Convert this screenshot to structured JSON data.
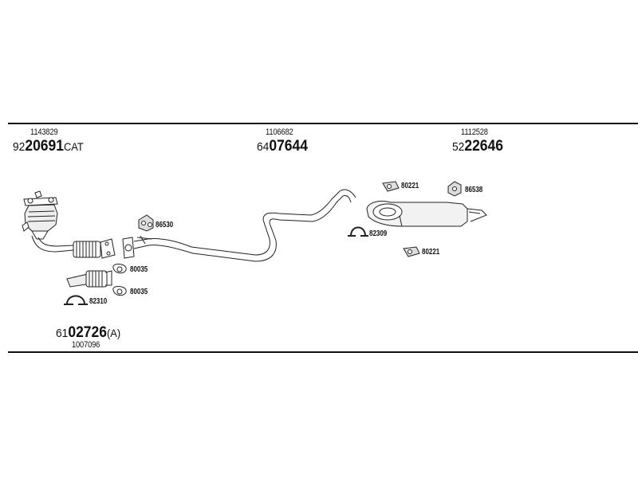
{
  "groups": [
    {
      "ref": "1143829",
      "prefix": "92",
      "main": "20691",
      "suffix": "CAT"
    },
    {
      "ref": "1106682",
      "prefix": "64",
      "main": "07644",
      "suffix": ""
    },
    {
      "ref": "1112528",
      "prefix": "52",
      "main": "22646",
      "suffix": ""
    },
    {
      "ref": "1007096",
      "prefix": "61",
      "main": "02726",
      "suffix": "(A)"
    }
  ],
  "components": {
    "c86530": "86530",
    "c80035a": "80035",
    "c80035b": "80035",
    "c82310": "82310",
    "c80221a": "80221",
    "c86538": "86538",
    "c82309": "82309",
    "c80221b": "80221"
  }
}
